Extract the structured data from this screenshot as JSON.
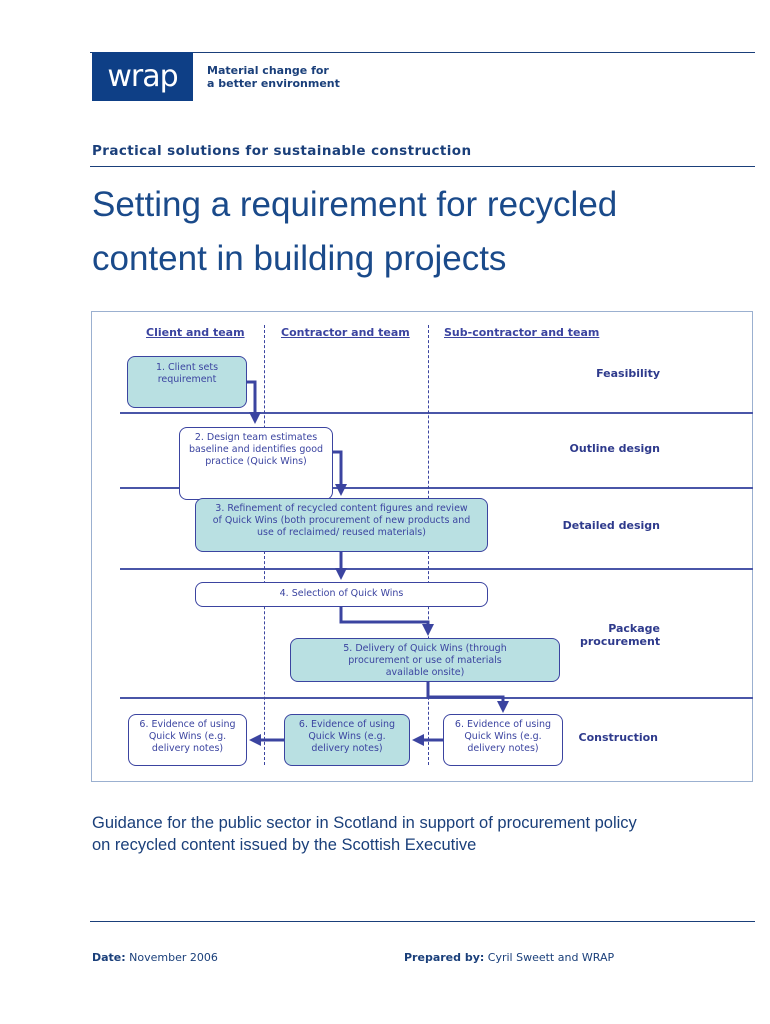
{
  "header": {
    "logo_text": "wrap",
    "tagline": [
      "Material change for",
      "a better environment"
    ]
  },
  "subtitle": "Practical solutions for sustainable construction",
  "title": [
    "Setting a requirement for recycled",
    "content in building projects"
  ],
  "diagram": {
    "lanes": [
      "Client and team",
      "Contractor and team",
      "Sub-contractor and team"
    ],
    "stages": [
      "Feasibility",
      "Outline design",
      "Detailed design",
      "Package procurement",
      "Construction"
    ],
    "steps": {
      "s1": "1. Client sets requirement",
      "s2": "2. Design team estimates baseline and identifies good practice (Quick Wins)",
      "s3": "3. Refinement of recycled content figures and review of Quick Wins (both procurement of new products and use of reclaimed/ reused materials)",
      "s4": "4. Selection of Quick Wins",
      "s5": "5. Delivery of Quick Wins (through procurement or use of materials available onsite)",
      "s6a": "6. Evidence of using Quick Wins (e.g. delivery notes)",
      "s6b": "6. Evidence of using Quick Wins (e.g. delivery notes)",
      "s6c": "6. Evidence of using Quick Wins (e.g. delivery notes)"
    }
  },
  "guidance": "Guidance for the public sector in Scotland in support of procurement policy on recycled content issued by the Scottish Executive",
  "footer": {
    "date_label": "Date:",
    "date": "November 2006",
    "prepared_label": "Prepared by:",
    "prepared": "Cyril Sweett and WRAP"
  },
  "colors": {
    "brand": "#0e3f86",
    "teal": "#b9e0e2",
    "arrow": "#3b44a0"
  }
}
